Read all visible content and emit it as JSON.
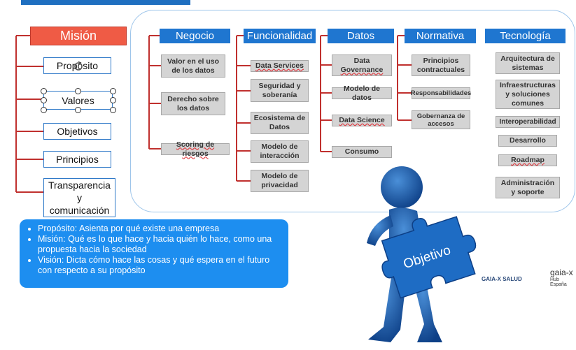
{
  "left_column": {
    "mision": "Misión",
    "items": [
      "Propósito",
      "Valores",
      "Objetivos",
      "Principios"
    ],
    "transparencia": [
      "Transparencia",
      "y",
      "comunicación"
    ]
  },
  "headers": {
    "negocio": "Negocio",
    "funcionalidad": "Funcionalidad",
    "datos": "Datos",
    "normativa": "Normativa",
    "tecnologia": "Tecnología"
  },
  "negocio": {
    "valor": [
      "Valor en el uso",
      "de los datos"
    ],
    "derecho": [
      "Derecho sobre",
      "los datos"
    ],
    "scoring": "Scoring de riesgos"
  },
  "funcionalidad": {
    "data_services": "Data Services",
    "seguridad": [
      "Seguridad y",
      "soberanía"
    ],
    "ecosistema": [
      "Ecosistema de",
      "Datos"
    ],
    "interaccion": [
      "Modelo de",
      "interacción"
    ],
    "privacidad": [
      "Modelo de",
      "privacidad"
    ]
  },
  "datos": {
    "governance": [
      "Data",
      "Governance"
    ],
    "modelo": "Modelo de datos",
    "science": "Data Science",
    "consumo": "Consumo"
  },
  "normativa": {
    "principios": [
      "Principios",
      "contractuales"
    ],
    "responsabilidades": "Responsabilidades",
    "gobernanza": [
      "Gobernanza de",
      "accesos"
    ]
  },
  "tecnologia": {
    "arquitectura": [
      "Arquitectura de",
      "sistemas"
    ],
    "infra": [
      "Infraestructuras",
      "y soluciones",
      "comunes"
    ],
    "interop": "Interoperabilidad",
    "desarrollo": "Desarrollo",
    "roadmap": "Roadmap",
    "admin": [
      "Administración",
      "y soporte"
    ]
  },
  "info_bullets": [
    "Propósito: Asienta por qué existe una empresa",
    "Misión: Qué es lo que hace y hacia quién lo hace, como una propuesta hacia la sociedad",
    "Visión: Dicta cómo hace las cosas y qué espera en el futuro con respecto a su propósito"
  ],
  "figure": {
    "puzzle_text": "Objetivo"
  },
  "logos": {
    "gaiax_salud": "GAIA-X SALUD",
    "gaiax": "gaia-x",
    "hub": "Hub España"
  },
  "colors": {
    "accent_blue": "#1f76d0",
    "mision_red": "#ef5b45",
    "connector_red": "#c0302e",
    "box_gray": "#d4d4d4",
    "info_blue": "#1d8ef0"
  }
}
